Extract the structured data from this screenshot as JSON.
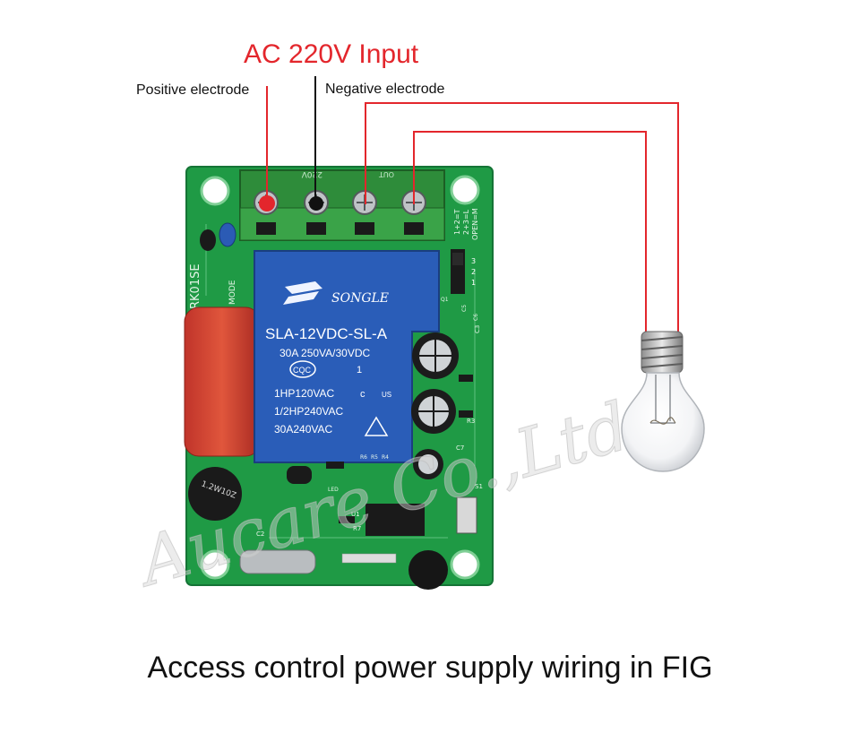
{
  "header": {
    "title": "AC 220V Input",
    "positive_label": "Positive electrode",
    "negative_label": "Negative electrode"
  },
  "board": {
    "relay_brand": "SONGLE",
    "relay_model": "SLA-12VDC-SL-A",
    "relay_spec_1": "30A 250VA/30VDC",
    "relay_cert": "CQC",
    "relay_num": "1",
    "relay_spec_2": "1HP120VAC",
    "relay_ul": "c",
    "relay_us": "US",
    "relay_spec_3": "1/2HP240VAC",
    "relay_spec_4": "30A240VAC",
    "terminal_top_label": "220V",
    "terminal_out_label": "OUT",
    "side_label": "RK01SE",
    "mode_label": "MODE",
    "jumper_text_1": "1+2=T",
    "jumper_text_2": "2+3=L",
    "jumper_text_3": "OPEN=M",
    "jumper_pins": [
      "1",
      "2",
      "3"
    ],
    "bridge_text": "1.2W10Z",
    "parts": [
      "C3",
      "R3",
      "C7",
      "U1",
      "S1",
      "R7",
      "C2",
      "R6",
      "R5",
      "R4",
      "LED",
      "C5",
      "C6",
      "Q1"
    ]
  },
  "watermark": "Aucare Co.,Ltd",
  "caption": "Access control power supply wiring in FIG",
  "colors": {
    "wire_red": "#e3262c",
    "wire_black": "#111111",
    "pcb_green": "#1f9a45",
    "relay_blue": "#2a5db8",
    "terminal_green": "#2e8c3a"
  }
}
